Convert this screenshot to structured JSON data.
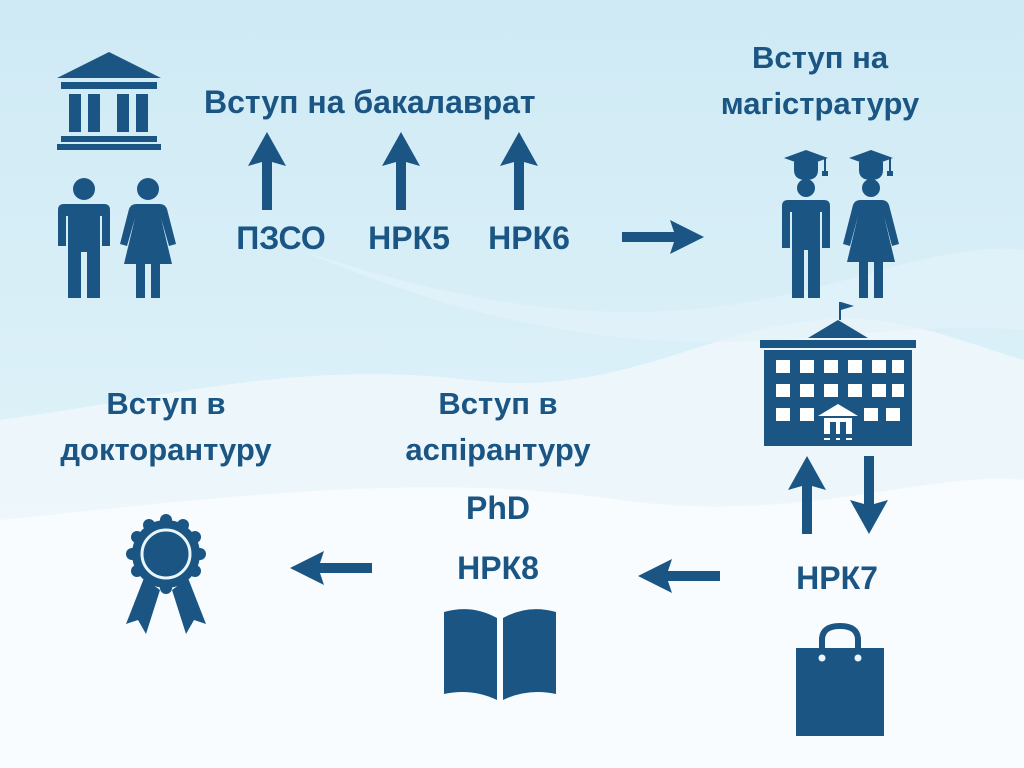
{
  "stages": {
    "bachelor": {
      "title": "Вступ на бакалаврат"
    },
    "master": {
      "title_line1": "Вступ на",
      "title_line2": "магістратуру"
    },
    "aspirantura": {
      "title_line1": "Вступ в",
      "title_line2": "аспірантуру"
    },
    "doctorate": {
      "title_line1": "Вступ в",
      "title_line2": "докторантуру"
    }
  },
  "requirements": {
    "pzso": "ПЗСО",
    "nrk5": "НРК5",
    "nrk6": "НРК6",
    "nrk7": "НРК7",
    "phd": "PhD",
    "nrk8": "НРК8"
  },
  "icons": [
    "university-building-icon",
    "man-icon",
    "woman-icon",
    "graduate-man-icon",
    "graduate-woman-icon",
    "school-building-icon",
    "shopping-bag-icon",
    "open-book-icon",
    "award-rosette-icon",
    "arrow-up-icon",
    "arrow-down-icon",
    "arrow-right-icon",
    "arrow-left-icon"
  ],
  "colors": {
    "primary": "#1a5584",
    "background_top": "#d3ecf6",
    "background_bottom": "#f4f9fc"
  }
}
